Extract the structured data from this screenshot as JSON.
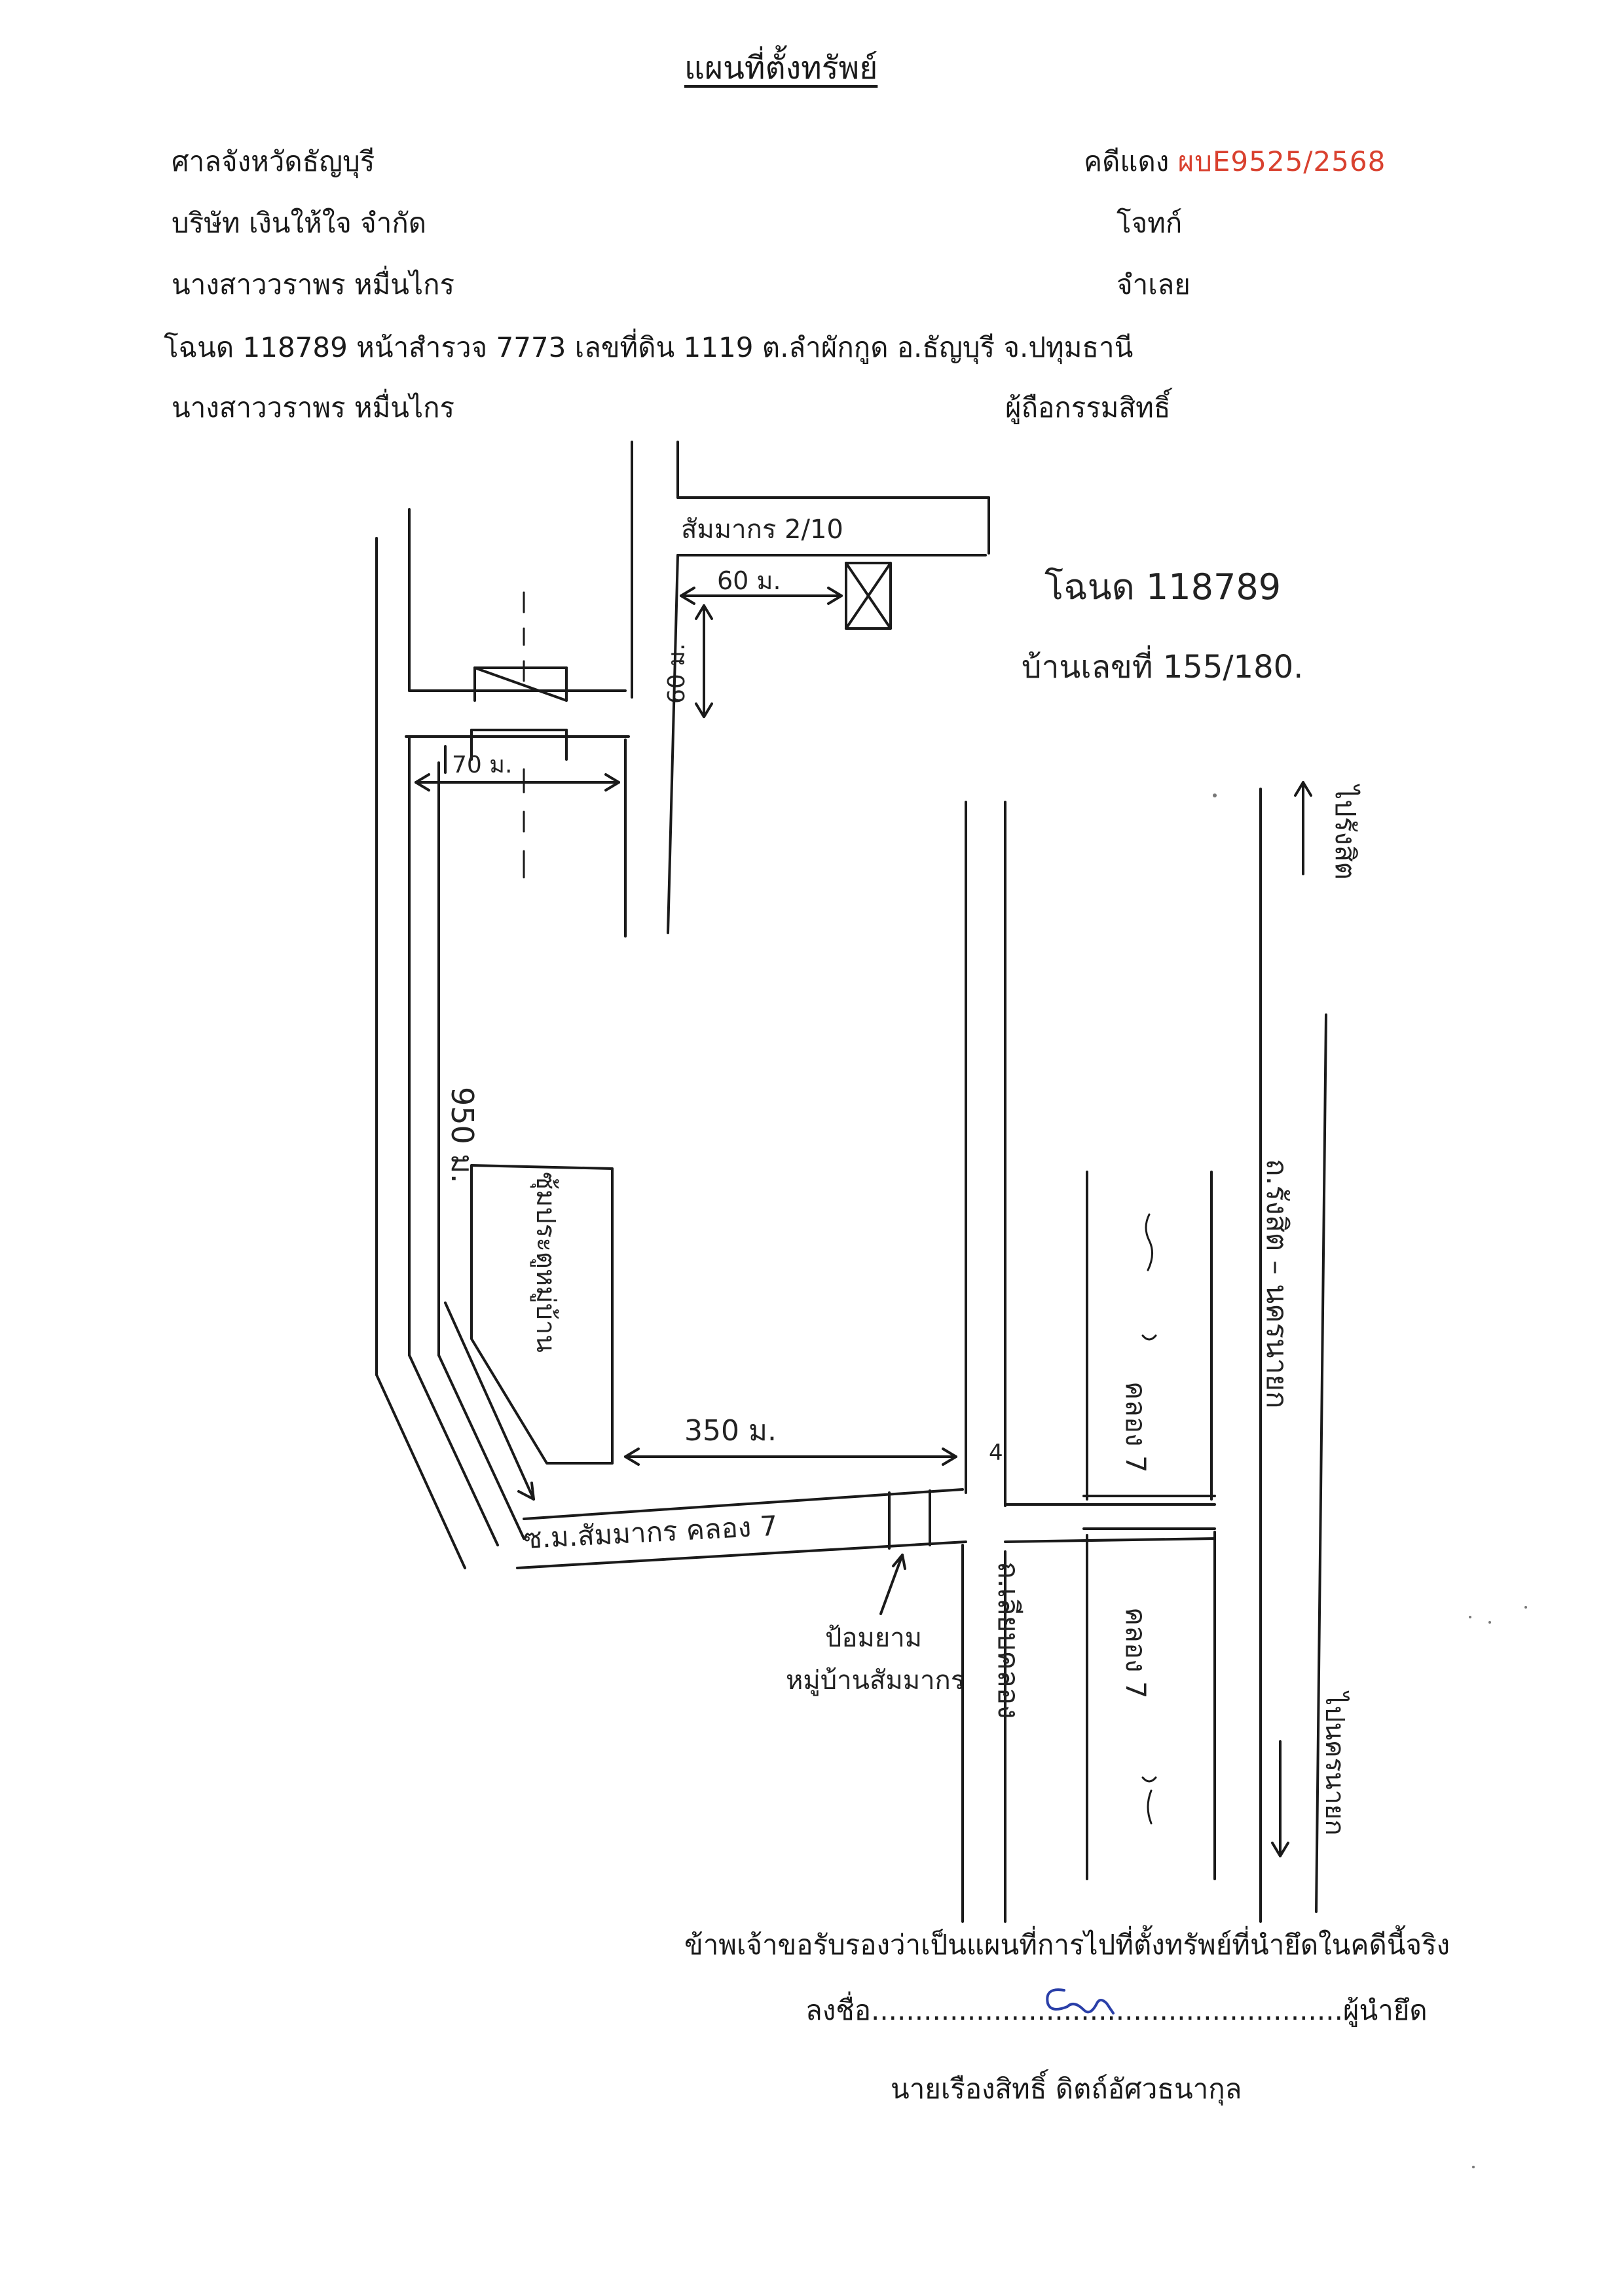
{
  "header": {
    "title": "แผนที่ตั้งทรัพย์",
    "court": "ศาลจังหวัดธัญบุรี",
    "case_label": "คดีแดง",
    "case_number": "ผบE9525/2568",
    "plaintiff_name": "บริษัท เงินให้ใจ จำกัด",
    "plaintiff_role": "โจทก์",
    "defendant_name": "นางสาววราพร หมื่นไกร",
    "defendant_role": "จำเลย",
    "deed_line": "โฉนด 118789 หน้าสำรวจ 7773 เลขที่ดิน 1119 ต.ลำผักกูด อ.ธัญบุรี จ.ปทุมธานี",
    "owner_name": "นางสาววราพร หมื่นไกร",
    "owner_role": "ผู้ถือกรรมสิทธิ์"
  },
  "map": {
    "soi_label": "สัมมากร 2/10",
    "dist_60_h": "60 ม.",
    "dist_60_v": "60 ม.",
    "deed_note": "โฉนด 118789",
    "house_note": "บ้านเลขที่ 155/180.",
    "dist_70": "70 ม.",
    "dist_950": "950 ม.",
    "village_gate": "ซุ้มประตูหมู่บ้าน",
    "dist_350": "350 ม.",
    "main_soi": "ซ.ม.สัมมากร คลอง 7",
    "intersection_mark": "4",
    "landmark_1": "ป้อมยาม",
    "landmark_2": "หมู่บ้านสัมมากร",
    "road_left": "ถ.เลียบคลอง",
    "canal_top": "คลอง 7",
    "canal_bottom": "คลอง 7",
    "highway": "ถ.รังสิต – นครนายก",
    "to_rangsit": "ไปรังสิต",
    "to_nakhon_nayok": "ไปนครนายก",
    "colors": {
      "ink": "#1a1a1a",
      "case_red": "#d9412f",
      "signature_blue": "#2a3fa8"
    }
  },
  "footer": {
    "certify": "ข้าพเจ้าขอรับรองว่าเป็นแผนที่การไปที่ตั้งทรัพย์ที่นำยึดในคดีนี้จริง",
    "sign_prefix": "ลงชื่อ",
    "sign_dots": "......................................................",
    "sign_suffix": "ผู้นำยึด",
    "signer": "นายเรืองสิทธิ์ ดิตถ์อัศวธนากุล"
  }
}
